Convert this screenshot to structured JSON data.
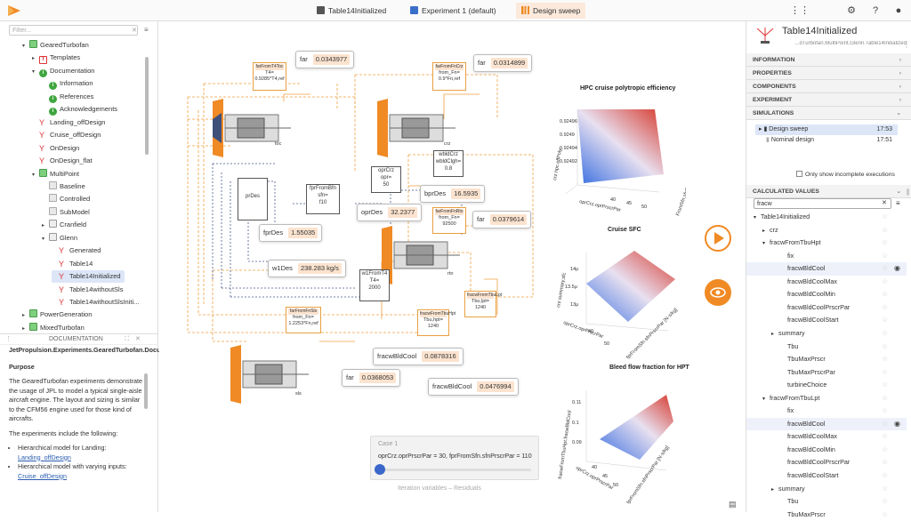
{
  "topbar": {
    "tabs": [
      {
        "label": "Table14Initialized",
        "icon": "table-icon"
      },
      {
        "label": "Experiment 1 (default)",
        "icon": "calendar-icon"
      },
      {
        "label": "Design sweep",
        "icon": "bar-chart-icon"
      }
    ],
    "icons": [
      "grid-icon",
      "settings-icon",
      "help-icon",
      "user-icon"
    ]
  },
  "sidebar": {
    "filter_placeholder": "Filter...",
    "tree": [
      {
        "label": "GearedTurbofan",
        "indent": 1,
        "arrow": "▾",
        "icon": "green"
      },
      {
        "label": "Templates",
        "indent": 2,
        "arrow": "▸",
        "icon": "tpl"
      },
      {
        "label": "Documentation",
        "indent": 2,
        "arrow": "▾",
        "icon": "info"
      },
      {
        "label": "Information",
        "indent": 3,
        "arrow": "",
        "icon": "info"
      },
      {
        "label": "References",
        "indent": 3,
        "arrow": "",
        "icon": "info"
      },
      {
        "label": "Acknowledgements",
        "indent": 3,
        "arrow": "",
        "icon": "info"
      },
      {
        "label": "Landing_offDesign",
        "indent": 2,
        "arrow": "",
        "icon": "exp"
      },
      {
        "label": "Cruise_offDesign",
        "indent": 2,
        "arrow": "",
        "icon": "exp"
      },
      {
        "label": "OnDesign",
        "indent": 2,
        "arrow": "",
        "icon": "exp"
      },
      {
        "label": "OnDesign_flat",
        "indent": 2,
        "arrow": "",
        "icon": "exp"
      },
      {
        "label": "MultiPoint",
        "indent": 2,
        "arrow": "▾",
        "icon": "green"
      },
      {
        "label": "Baseline",
        "indent": 3,
        "arrow": "",
        "icon": "model"
      },
      {
        "label": "Controlled",
        "indent": 3,
        "arrow": "",
        "icon": "model"
      },
      {
        "label": "SubModel",
        "indent": 3,
        "arrow": "",
        "icon": "model"
      },
      {
        "label": "Cranfield",
        "indent": 3,
        "arrow": "▸",
        "icon": "gray"
      },
      {
        "label": "Glenn",
        "indent": 3,
        "arrow": "▾",
        "icon": "gray"
      },
      {
        "label": "Generated",
        "indent": 4,
        "arrow": "",
        "icon": "exp"
      },
      {
        "label": "Table14",
        "indent": 4,
        "arrow": "",
        "icon": "exp"
      },
      {
        "label": "Table14Initialized",
        "indent": 4,
        "arrow": "",
        "icon": "exp",
        "selected": true
      },
      {
        "label": "Table14withoutSls",
        "indent": 4,
        "arrow": "",
        "icon": "exp"
      },
      {
        "label": "Table14withoutSlsIniti...",
        "indent": 4,
        "arrow": "",
        "icon": "exp"
      },
      {
        "label": "PowerGeneration",
        "indent": 1,
        "arrow": "▸",
        "icon": "green"
      },
      {
        "label": "MixedTurbofan",
        "indent": 1,
        "arrow": "▸",
        "icon": "green"
      }
    ]
  },
  "doc": {
    "bar_label": "DOCUMENTATION",
    "path": "JetPropulsion.Experiments.GearedTurbofan.Documentation.Information",
    "heading": "Purpose",
    "para1": "The GearedTurbofan experiments demonstrate the usage of JPL to model a typical single-aisle aircraft engine. The layout and sizing is similar to the CFM56 engine used for those kind of aircrafts.",
    "para2": "The experiments include the following:",
    "bullet1_text": "Hierarchical model for Landing: ",
    "bullet1_link": "Landing_offDesign",
    "bullet2_text": "Hierarchical model with varying inputs: ",
    "bullet2_link": "Cruise_offDesign"
  },
  "diagram": {
    "popups": {
      "far1_label": "far",
      "far1_value": "0.0343977",
      "far2_label": "far",
      "far2_value": "0.0314899",
      "oprDes_label": "oprDes",
      "oprDes_value": "32.2377",
      "bprDes_label": "bprDes",
      "bprDes_value": "16.5935",
      "fprDes_label": "fprDes",
      "fprDes_value": "1.55035",
      "w1Des_label": "w1Des",
      "w1Des_value": "238.283 kg/s",
      "far3_label": "far",
      "far3_value": "0.0379614",
      "fracwBldCool1_label": "fracwBldCool",
      "fracwBldCool1_value": "0.0878316",
      "far4_label": "far",
      "far4_value": "0.0368053",
      "fracwBldCool2_label": "fracwBldCool",
      "fracwBldCool2_value": "0.0476994"
    },
    "blocks": {
      "b1_head": "farFromT4Toc",
      "b1_l1": "T4=",
      "b1_l2": "0.9285*T4,ref",
      "b2_head": "farFromFnCrz",
      "b2_l1": "from_Fn=",
      "b2_l2": "0.9*Fn,ref",
      "b3_head": "oprCrz",
      "b3_l1": "opr=",
      "b3_l2": "50",
      "b4_head": "wbldCrz",
      "b4_l1": "wbldClgh=",
      "b4_l2": "0.8",
      "b5_head": "fprFromBfn",
      "b5_l1": "sfn=",
      "b5_l2": "f10",
      "b6_head": "prDes",
      "b7_head": "farFromFnRto",
      "b7_l1": "from_Fn=",
      "b7_l2": "92500",
      "b8_head": "w1FromT4",
      "b8_l1": "T4=",
      "b8_l2": "2000",
      "b9_head": "fracwFromTbuLpt",
      "b9_l1": "Tbu,lpt=",
      "b9_l2": "1240",
      "b10_head": "fracwFromTbuHpt",
      "b10_l1": "Tbu,hpt=",
      "b10_l2": "1240",
      "b11_head": "farFromFnSls",
      "b11_l1": "from_Fn=",
      "b11_l2": "1.2253*Fn,ref"
    },
    "engines": [
      "toc",
      "crz",
      "rto",
      "sls"
    ]
  },
  "charts_labels": {
    "c1_title": "HPC cruise polytropic efficiency",
    "c1_ylab": "crz.hpc.effPoly",
    "c1_xlab": "oprCrz.oprPrscrPar",
    "c1_zlab": "FromSfn.sfnPrscrPar [N·s/kg]",
    "c1_t1": "0.92496",
    "c1_t2": "0.9249",
    "c1_t3": "0.92494",
    "c1_t4": "0.92492",
    "c1_x1": "40",
    "c1_x2": "45",
    "c1_x3": "50",
    "c2_title": "Cruise SFC",
    "c2_ylab": "crz.summary.sfc",
    "c2_xlab": "oprCrz.oprPrscrPar",
    "c2_zlab": "fprFromSfn.sfnPrscrPar [N·s/kg]",
    "c2_t1": "14μ",
    "c2_t2": "13.5μ",
    "c2_t3": "13μ",
    "c2_x1": "40",
    "c2_x2": "50",
    "c3_title": "Bleed flow fraction for HPT",
    "c3_ylab": "fracwFromTbuHpt.fracwBldCool",
    "c3_xlab": "oprCrz.oprPrscrPar",
    "c3_zlab": "fprFromSfn.sfnPrscrPar [N·s/kg]",
    "c3_t1": "0.11",
    "c3_t2": "0.1",
    "c3_t3": "0.09",
    "c3_x1": "40",
    "c3_x2": "45",
    "c3_x3": "50"
  },
  "case": {
    "title": "Case 1",
    "desc": "oprCrz.oprPrscrPar = 30, fprFromSfn.sfnPrscrPar = 110",
    "slider_position_fraction": 0
  },
  "bottom_tabs": {
    "iter": "Iteration variables",
    "sep": "–",
    "resid": "Residuals"
  },
  "right": {
    "title": "Table14Initialized",
    "subtitle": "...dTurbofan.MultiPoint.Glenn.Table14Initialized",
    "sections": [
      "INFORMATION",
      "PROPERTIES",
      "COMPONENTS",
      "EXPERIMENT",
      "SIMULATIONS"
    ],
    "simulations": [
      {
        "label": "Design sweep",
        "time": "17:53",
        "selected": true
      },
      {
        "label": "Nominal design",
        "time": "17:51",
        "selected": false
      }
    ],
    "only_incomplete": "Only show incomplete executions",
    "calc_section": "CALCULATED VALUES",
    "search_value": "fracw",
    "values": [
      {
        "label": "Table14Initialized",
        "indent": 0,
        "arrow": "▾",
        "eye": false
      },
      {
        "label": "crz",
        "indent": 1,
        "arrow": "▸",
        "eye": false
      },
      {
        "label": "fracwFromTbuHpt",
        "indent": 1,
        "arrow": "▾",
        "eye": false
      },
      {
        "label": "fix",
        "indent": 2,
        "arrow": "",
        "eye": false
      },
      {
        "label": "fracwBldCool",
        "indent": 2,
        "arrow": "",
        "eye": true,
        "selected": true
      },
      {
        "label": "fracwBldCoolMax",
        "indent": 2,
        "arrow": "",
        "eye": false
      },
      {
        "label": "fracwBldCoolMin",
        "indent": 2,
        "arrow": "",
        "eye": false
      },
      {
        "label": "fracwBldCoolPrscrPar",
        "indent": 2,
        "arrow": "",
        "eye": false
      },
      {
        "label": "fracwBldCoolStart",
        "indent": 2,
        "arrow": "",
        "eye": false
      },
      {
        "label": "summary",
        "indent": 2,
        "arrow": "▸",
        "eye": false
      },
      {
        "label": "Tbu",
        "indent": 2,
        "arrow": "",
        "eye": false
      },
      {
        "label": "TbuMaxPrscr",
        "indent": 2,
        "arrow": "",
        "eye": false
      },
      {
        "label": "TbuMaxPrscrPar",
        "indent": 2,
        "arrow": "",
        "eye": false
      },
      {
        "label": "turbineChoice",
        "indent": 2,
        "arrow": "",
        "eye": false
      },
      {
        "label": "fracwFromTbuLpt",
        "indent": 1,
        "arrow": "▾",
        "eye": false
      },
      {
        "label": "fix",
        "indent": 2,
        "arrow": "",
        "eye": false
      },
      {
        "label": "fracwBldCool",
        "indent": 2,
        "arrow": "",
        "eye": true,
        "selected": true
      },
      {
        "label": "fracwBldCoolMax",
        "indent": 2,
        "arrow": "",
        "eye": false
      },
      {
        "label": "fracwBldCoolMin",
        "indent": 2,
        "arrow": "",
        "eye": false
      },
      {
        "label": "fracwBldCoolPrscrPar",
        "indent": 2,
        "arrow": "",
        "eye": false
      },
      {
        "label": "fracwBldCoolStart",
        "indent": 2,
        "arrow": "",
        "eye": false
      },
      {
        "label": "summary",
        "indent": 2,
        "arrow": "▸",
        "eye": false
      },
      {
        "label": "Tbu",
        "indent": 2,
        "arrow": "",
        "eye": false
      },
      {
        "label": "TbuMaxPrscr",
        "indent": 2,
        "arrow": "",
        "eye": false
      }
    ]
  },
  "colors": {
    "accent": "#f08a24",
    "select": "#dce6f7",
    "surface_high": "#d63a2e",
    "surface_low": "#3a6fe0"
  }
}
